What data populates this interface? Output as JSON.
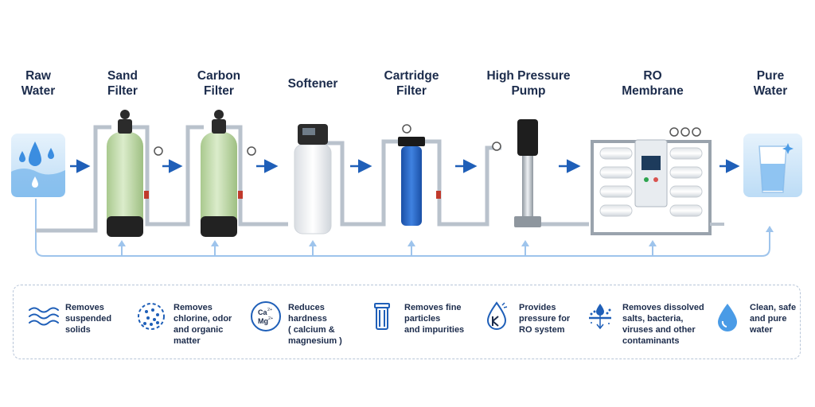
{
  "stages": [
    {
      "id": "raw-water",
      "line1": "Raw",
      "line2": "Water"
    },
    {
      "id": "sand-filter",
      "line1": "Sand",
      "line2": "Filter"
    },
    {
      "id": "carbon-filter",
      "line1": "Carbon",
      "line2": "Filter"
    },
    {
      "id": "softener",
      "line1": "Softener",
      "line2": ""
    },
    {
      "id": "cartridge-filter",
      "line1": "Cartridge",
      "line2": "Filter"
    },
    {
      "id": "high-pressure-pump",
      "line1": "High Pressure",
      "line2": "Pump"
    },
    {
      "id": "ro-membrane",
      "line1": "RO",
      "line2": "Membrane"
    },
    {
      "id": "pure-water",
      "line1": "Pure",
      "line2": "Water"
    }
  ],
  "legend": [
    {
      "icon": "waves-icon",
      "text": "Removes\nsuspended\nsolids"
    },
    {
      "icon": "carbon-particles-icon",
      "text": "Removes\nchlorine, odor\nand organic\nmatter"
    },
    {
      "icon": "calcium-magnesium-icon",
      "text": "Reduces\nhardness\n( calcium &\nmagnesium )",
      "icon_text_1": "Ca",
      "icon_text_1_sup": "2+",
      "icon_text_2": "Mg",
      "icon_text_2_sup": "2+"
    },
    {
      "icon": "cartridge-icon",
      "text": "Removes fine\nparticles\nand impurities"
    },
    {
      "icon": "pressure-drop-icon",
      "text": "Provides\npressure for\nRO system"
    },
    {
      "icon": "membrane-filtration-icon",
      "text": "Removes dissolved\nsalts, bacteria,\nviruses and other\ncontaminants"
    },
    {
      "icon": "water-drop-icon",
      "text": "Clean, safe\nand pure\nwater"
    }
  ],
  "colors": {
    "title": "#1c2c4c",
    "accent": "#1f5fb8",
    "pipe": "#b9c2cc",
    "return_line": "#9ec4ec",
    "sand_tank": "#c7ddb0",
    "water": "#d4e9fa"
  }
}
